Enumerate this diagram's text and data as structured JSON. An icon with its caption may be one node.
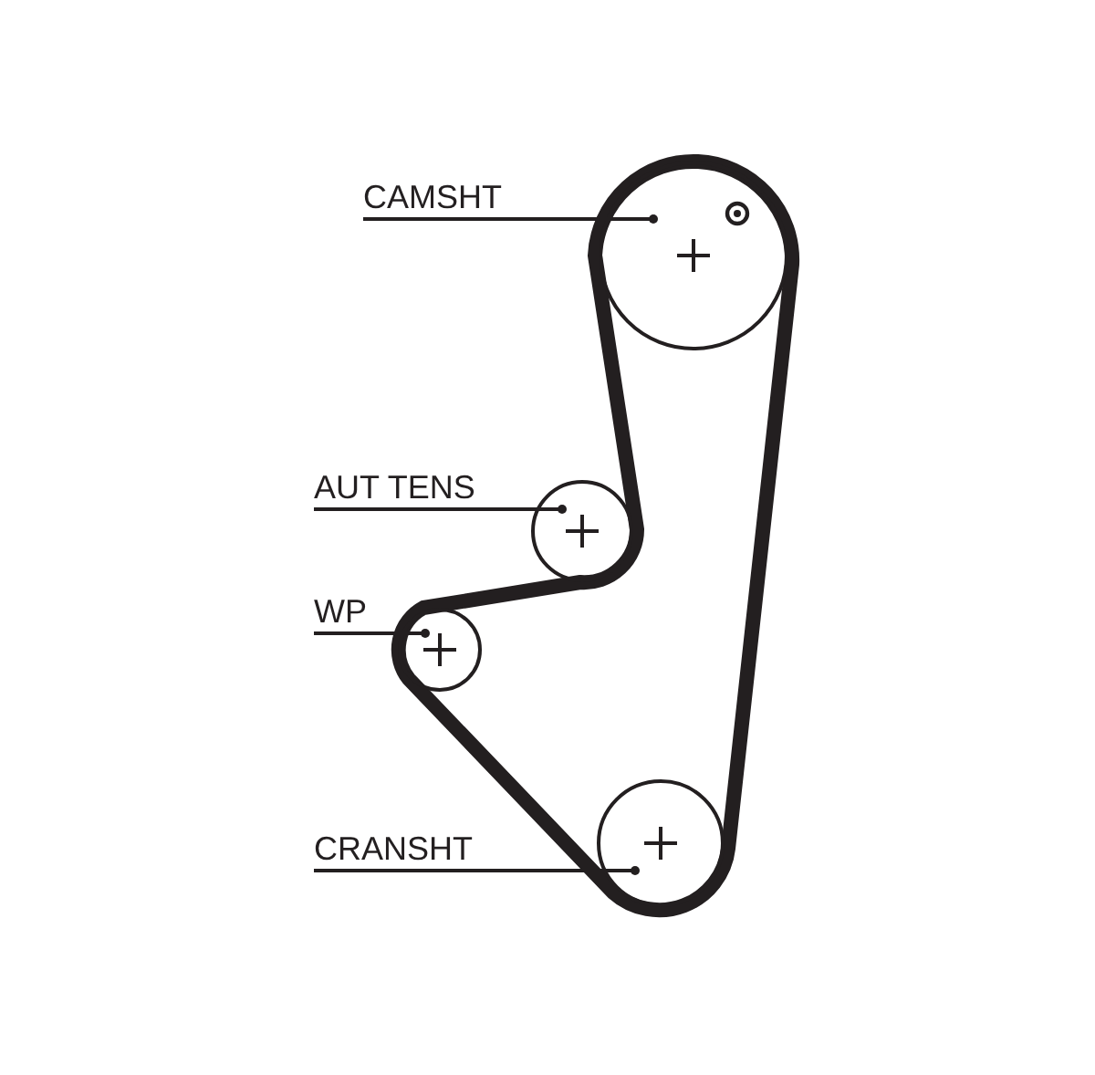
{
  "diagram": {
    "nodes": [
      {
        "text": [
          "CAMSHT"
        ]
      },
      {
        "text": [],
        "shape": "circle"
      },
      {
        "text": [
          "AUT TENS"
        ]
      },
      {
        "text": [],
        "shape": "circle"
      },
      {
        "text": [
          "WP"
        ]
      },
      {
        "text": [],
        "shape": "circle"
      },
      {
        "text": [
          "CRANSHT"
        ]
      },
      {
        "text": [],
        "shape": "circle"
      }
    ],
    "edges": [
      {
        "from": 0,
        "to": 1,
        "arrow": "other"
      },
      {
        "from": 2,
        "to": 3,
        "arrow": "other"
      },
      {
        "from": 4,
        "to": 5,
        "arrow": "other"
      },
      {
        "from": 6,
        "to": 7,
        "arrow": "other"
      }
    ]
  }
}
